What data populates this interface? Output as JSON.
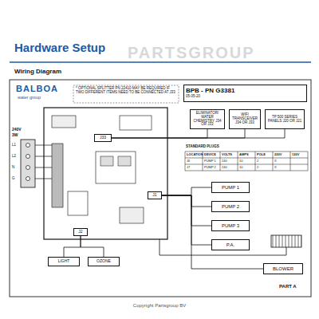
{
  "diagram": {
    "title": "Hardware Setup",
    "caption": "Copyright Partsgroup BV",
    "nodes": [
      {
        "text": [
          "BPB - PN G3381",
          "05-05-20"
        ]
      },
      {
        "text": [
          "ELIMINATOR/ WATER CHEMISTRY J34 OR J33"
        ]
      },
      {
        "text": [
          "WIFI TRANSCEIVER J34 OR J33"
        ]
      },
      {
        "text": [
          "TP 500 SERIES PANELS J20 OR J21"
        ]
      },
      {
        "text": [
          "J33"
        ]
      },
      {
        "text": [
          "J1"
        ]
      },
      {
        "text": [
          "J2"
        ]
      },
      {
        "text": [
          "PUMP 1"
        ]
      },
      {
        "text": [
          "PUMP 2"
        ]
      },
      {
        "text": [
          "PUMP 3"
        ]
      },
      {
        "text": [
          "P.A."
        ]
      },
      {
        "text": [
          "BLOWER"
        ]
      },
      {
        "text": [
          "LIGHT"
        ]
      },
      {
        "text": [
          "OZONE"
        ]
      }
    ],
    "edges": [
      {
        "from": 4,
        "to": 1,
        "arrow": "none"
      },
      {
        "from": 4,
        "to": 2,
        "arrow": "none"
      },
      {
        "from": 4,
        "to": 3,
        "arrow": "none"
      },
      {
        "from": 5,
        "to": 7,
        "arrow": "none"
      },
      {
        "from": 5,
        "to": 8,
        "arrow": "none"
      },
      {
        "from": 5,
        "to": 9,
        "arrow": "none"
      },
      {
        "from": 5,
        "to": 10,
        "arrow": "none"
      },
      {
        "from": 5,
        "to": 11,
        "arrow": "none"
      },
      {
        "from": 6,
        "to": 12,
        "arrow": "none"
      },
      {
        "from": 6,
        "to": 13,
        "arrow": "none"
      }
    ],
    "labels": [
      "Wiring Diagram",
      "BALBOA",
      "water group",
      "* OPTIONAL SPLITTER PN 22410 MAY BE REQUIRED IF TWO DIFFERENT ITEMS NEED TO BE CONNECTED AT J33",
      "PARTSGROUP",
      "STANDARD PLUGS",
      "LOCATION",
      "DEVICE",
      "VOLTS",
      "AMPS",
      "POLE",
      "220V",
      "120V",
      "J6",
      "PUMP 1",
      "240",
      "10",
      "2",
      "X",
      "J7",
      "PUMP 2",
      "240",
      "10",
      "2",
      "X",
      "240V",
      "3W",
      "L1",
      "L2",
      "N",
      "G",
      "PART A"
    ]
  }
}
